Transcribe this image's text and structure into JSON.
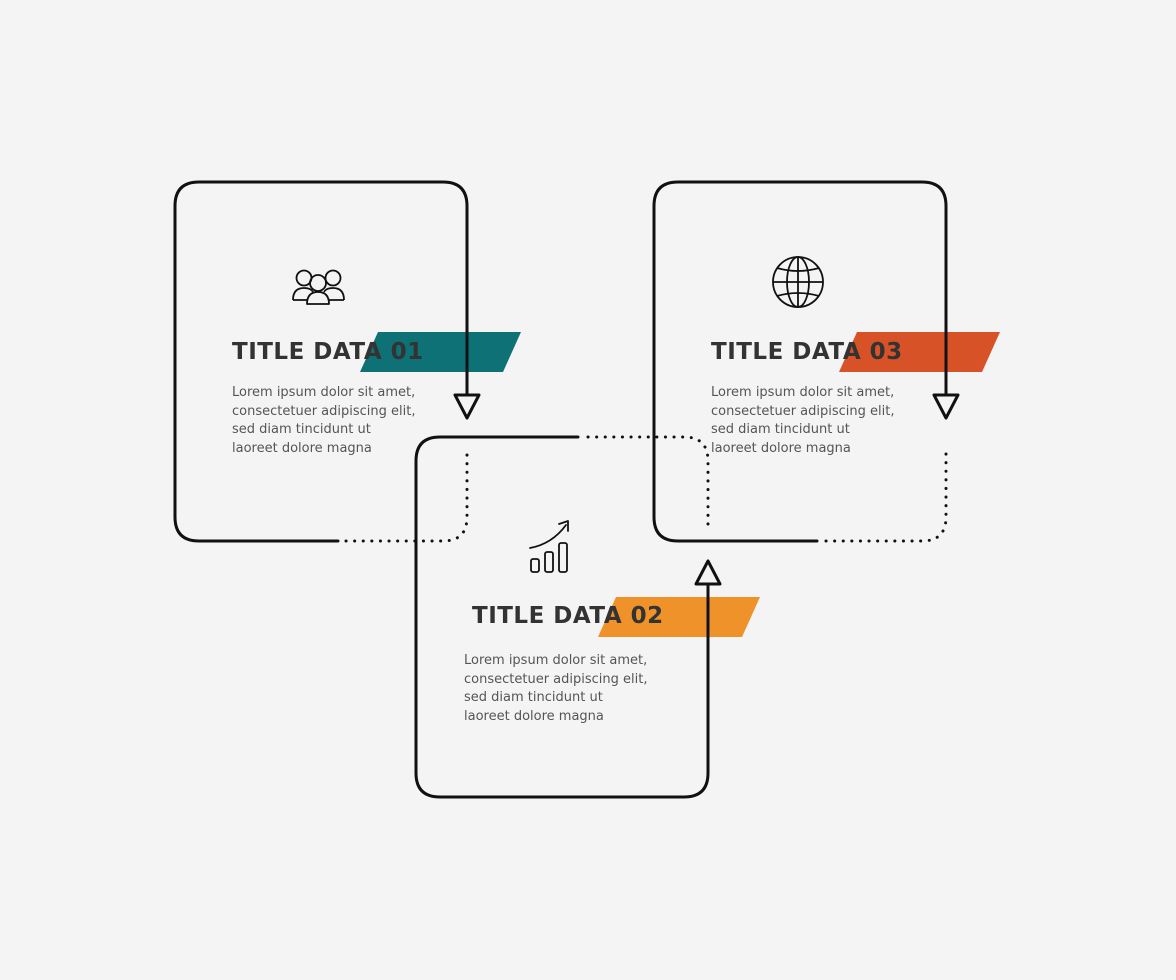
{
  "colors": {
    "background": "#f3f4f3",
    "stroke": "#111111",
    "step1_accent": "#0e7175",
    "step2_accent": "#f0922a",
    "step3_accent": "#d75227",
    "title_text": "#333333",
    "body_text": "#555555"
  },
  "steps": [
    {
      "title": "TITLE DATA 01",
      "icon": "people-group-icon",
      "body": [
        "Lorem ipsum dolor sit amet,",
        "consectetuer adipiscing elit,",
        "sed diam  tincidunt ut",
        "laoreet dolore magna"
      ]
    },
    {
      "title": "TITLE DATA 02",
      "icon": "growth-chart-icon",
      "body": [
        "Lorem ipsum dolor sit amet,",
        "consectetuer adipiscing elit,",
        "sed diam  tincidunt ut",
        "laoreet dolore magna"
      ]
    },
    {
      "title": "TITLE DATA 03",
      "icon": "globe-icon",
      "body": [
        "Lorem ipsum dolor sit amet,",
        "consectetuer adipiscing elit,",
        "sed diam  tincidunt ut",
        "laoreet dolore magna"
      ]
    }
  ]
}
